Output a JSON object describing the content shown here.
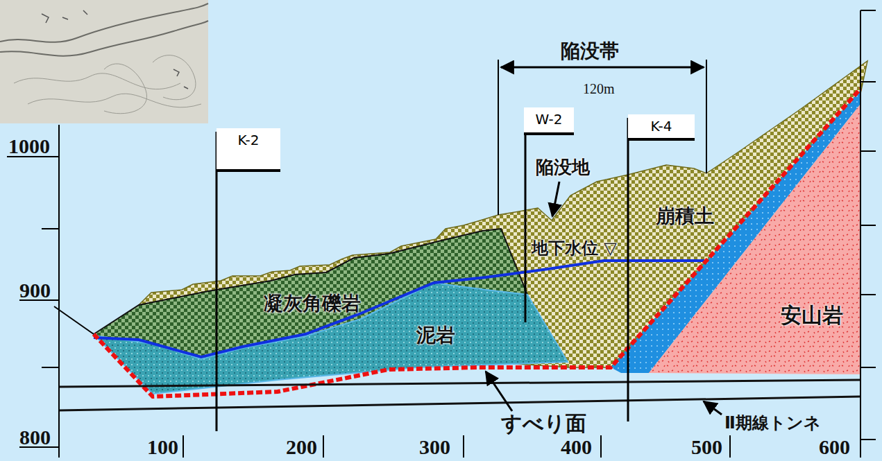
{
  "diagram": {
    "nodes": [
      {
        "text": [
          "K-2"
        ]
      },
      {
        "text": [
          "W-2"
        ]
      },
      {
        "text": [
          "K-4"
        ]
      }
    ],
    "labels": [
      "陥没帯",
      "120m",
      "陥没地",
      "崩積土",
      "地下水位 ▽",
      "凝灰角礫岩",
      "泥岩",
      "安山岩",
      "すべり面",
      "Ⅱ期線トンネ",
      "1000",
      "900",
      "800",
      "100",
      "200",
      "300",
      "400",
      "500",
      "600"
    ]
  }
}
